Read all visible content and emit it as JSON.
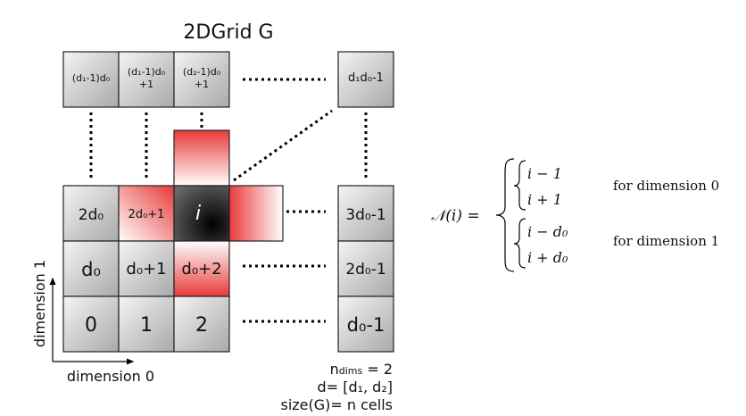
{
  "title": "2DGrid G",
  "cells": {
    "top_row": [
      "(d₁-1)d₀",
      "(d₁-1)d₀ +1",
      "(d₂-1)d₀ +1",
      "d₁d₀-1"
    ],
    "row2": [
      "2d₀",
      "2d₀+1",
      "i",
      "3d₀-1"
    ],
    "row1": [
      "d₀",
      "d₀+1",
      "d₀+2",
      "2d₀-1"
    ],
    "row0": [
      "0",
      "1",
      "2",
      "d₀-1"
    ]
  },
  "axes": {
    "x_label": "dimension 0",
    "y_label": "dimension 1"
  },
  "info": {
    "ndims": "n",
    "ndims_sub": "dims",
    "ndims_eq": " = 2",
    "d_eq": "d= [d₁, d₂]",
    "size": "size(G)= n cells"
  },
  "formula": {
    "lhs": "𝒩(i) =",
    "terms": [
      "i − 1",
      "i + 1",
      "i − d₀",
      "i + d₀"
    ],
    "notes": [
      "for dimension 0",
      "for dimension 1"
    ]
  },
  "colors": {
    "gray_light": "#f4f4f4",
    "gray_dark": "#a9a9a9",
    "red_light": "#ffffff",
    "red_dark": "#e83a3a",
    "center_light": "#6a6a6a",
    "center_dark": "#000000"
  }
}
